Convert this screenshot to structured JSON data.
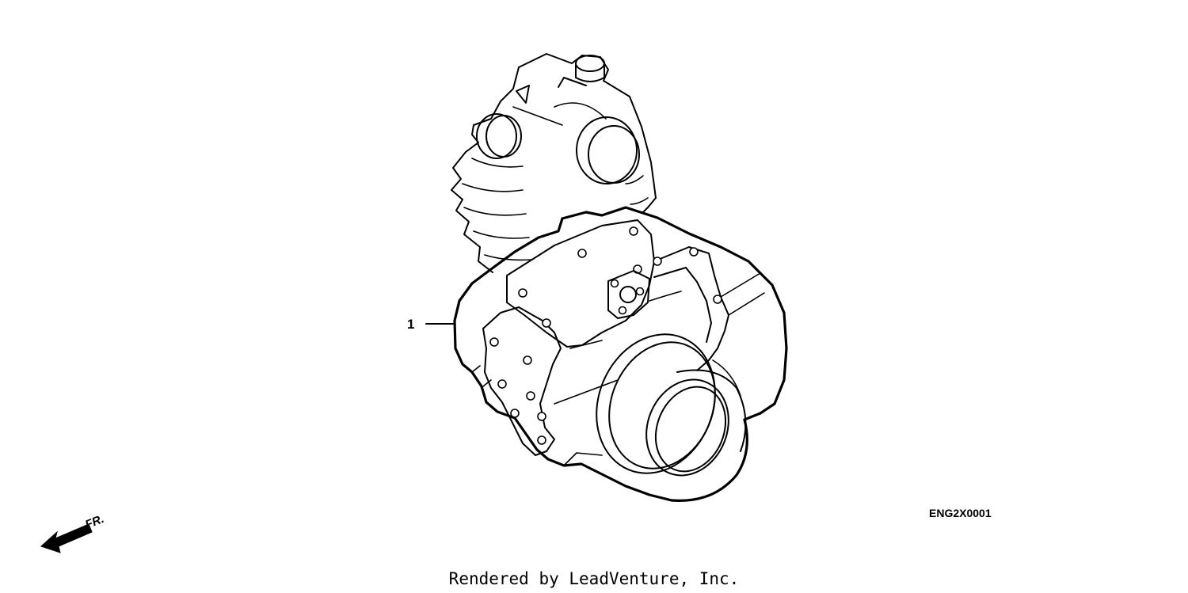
{
  "diagram": {
    "callouts": [
      {
        "number": "1"
      }
    ],
    "reference_code": "ENG2X0001",
    "direction_label": "FR.",
    "footer": "Rendered by LeadVenture, Inc."
  }
}
